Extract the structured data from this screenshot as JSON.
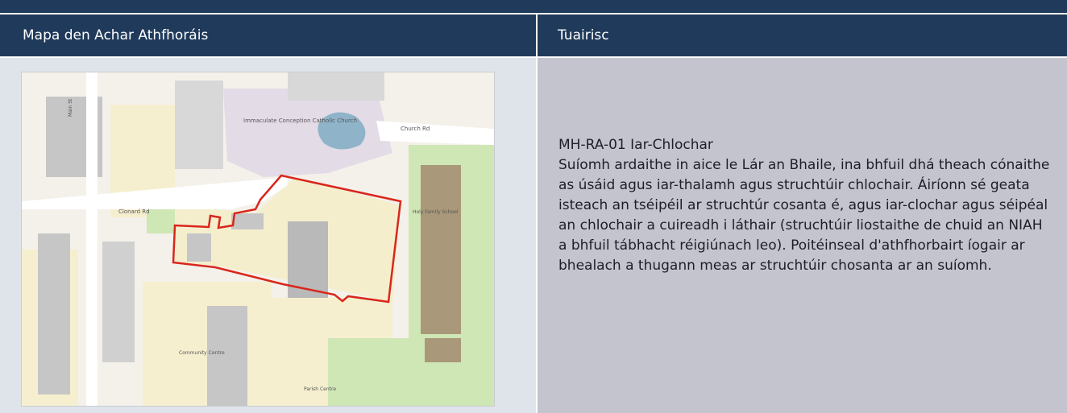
{
  "table": {
    "header_left": "Mapa den Achar Athfhoráis",
    "header_right": "Tuairisc"
  },
  "description": {
    "site_code": "MH-RA-01 Iar-Chlochar",
    "text": "Suíomh ardaithe in aice le Lár an Bhaile, ina bhfuil dhá theach cónaithe as úsáid agus iar-thalamh agus struchtúir chlochair. Áiríonn sé geata isteach an tséipéil ar struchtúr cosanta é, agus iar-clochar agus séipéal an chlochair a cuireadh i láthair (struchtúir liostaithe de chuid an NIAH a bhfuil tábhacht réigiúnach leo). Poitéinseal d'athfhorbairt íogair ar bhealach a thugann meas ar struchtúir chosanta ar an suíomh."
  },
  "map": {
    "labels": {
      "church": "Immaculate Conception Catholic Church",
      "road_west": "Clonard Rd",
      "road_east": "Church Rd",
      "street_vertical": "Main St",
      "school": "Holy Family School",
      "centre": "Community Centre",
      "parish": "Parish Centre"
    },
    "colors": {
      "boundary": "#d9261c",
      "water": "#8fb3c9",
      "green": "#cfe6b5",
      "building": "#c6c6c6",
      "residential": "#f6efcf"
    }
  }
}
